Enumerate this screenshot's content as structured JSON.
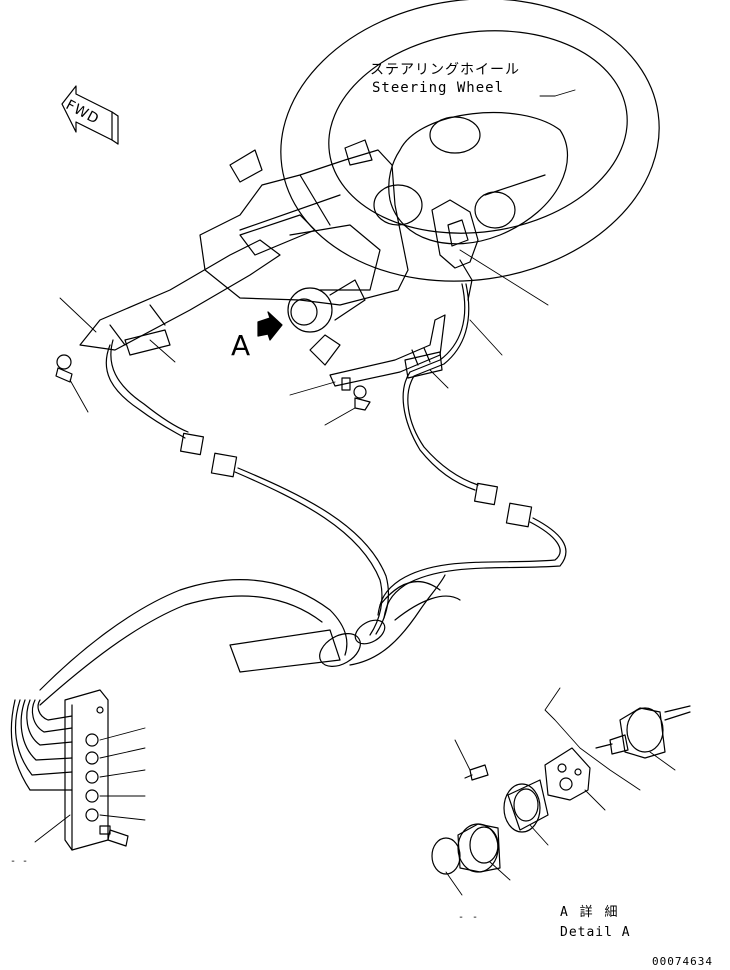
{
  "labels": {
    "steering_wheel_jp": "ステアリングホイール",
    "steering_wheel_en": "Steering Wheel",
    "view_marker": "A",
    "fwd": "FWD",
    "detail_jp": "A 詳 細",
    "detail_en": "Detail A",
    "drawing_number": "00074634"
  },
  "colors": {
    "line": "#000000",
    "background": "#ffffff"
  },
  "icons": {
    "direction": "fwd-arrow-icon",
    "view": "view-arrow-icon"
  }
}
